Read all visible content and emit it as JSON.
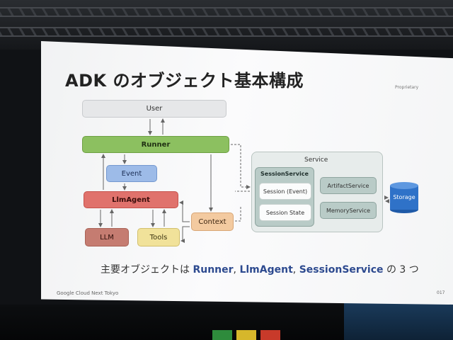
{
  "slide": {
    "title": "ADK のオブジェクト基本構成",
    "proprietary": "Proprietary",
    "footer_left": "Google Cloud Next Tokyo",
    "page_number": "017",
    "caption": {
      "prefix": "主要オブジェクトは ",
      "runner": "Runner",
      "sep1": ", ",
      "llmagent": "LlmAgent",
      "sep2": ", ",
      "sessionservice": "SessionService",
      "suffix": " の 3 つ"
    }
  },
  "diagram": {
    "user": "User",
    "runner": "Runner",
    "event": "Event",
    "llmagent": "LlmAgent",
    "llm": "LLM",
    "tools": "Tools",
    "context": "Context",
    "service": "Service",
    "session_service": "SessionService",
    "session_event": "Session (Event)",
    "session_state": "Session State",
    "artifact_service": "ArtifactService",
    "memory_service": "MemoryService",
    "storage": "Storage"
  },
  "colors": {
    "runner": "#8cc060",
    "event": "#9dbbe8",
    "llmagent": "#e0726c",
    "llm": "#c57c71",
    "tools": "#f1e29a",
    "context": "#f3caa0",
    "service": "#b9cbc7",
    "storage": "#2f72c8",
    "caption_highlight": "#2d4a8f"
  }
}
